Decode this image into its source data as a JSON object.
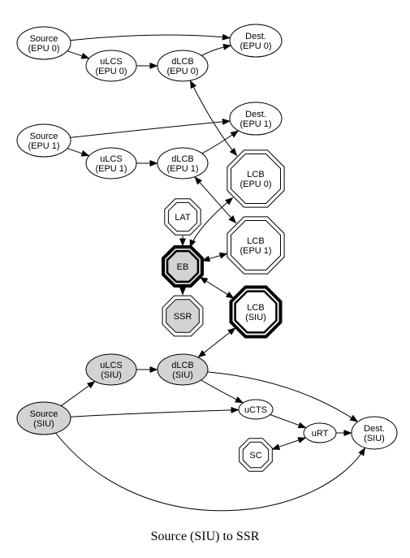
{
  "caption": "Source (SIU) to SSR",
  "colors": {
    "highlight_fill": "#d3d3d3",
    "stroke": "#000000",
    "background": "#ffffff"
  },
  "nodes": [
    {
      "id": "src_epu0",
      "shape": "ellipse",
      "style": "normal",
      "lines": [
        "Source",
        "(EPU 0)"
      ]
    },
    {
      "id": "dest_epu0",
      "shape": "ellipse",
      "style": "normal",
      "lines": [
        "Dest.",
        "(EPU 0)"
      ]
    },
    {
      "id": "ulcs_epu0",
      "shape": "ellipse",
      "style": "normal",
      "lines": [
        "uLCS",
        "(EPU 0)"
      ]
    },
    {
      "id": "dlcb_epu0",
      "shape": "ellipse",
      "style": "normal",
      "lines": [
        "dLCB",
        "(EPU 0)"
      ]
    },
    {
      "id": "src_epu1",
      "shape": "ellipse",
      "style": "normal",
      "lines": [
        "Source",
        "(EPU 1)"
      ]
    },
    {
      "id": "dest_epu1",
      "shape": "ellipse",
      "style": "normal",
      "lines": [
        "Dest.",
        "(EPU 1)"
      ]
    },
    {
      "id": "ulcs_epu1",
      "shape": "ellipse",
      "style": "normal",
      "lines": [
        "uLCS",
        "(EPU 1)"
      ]
    },
    {
      "id": "dlcb_epu1",
      "shape": "ellipse",
      "style": "normal",
      "lines": [
        "dLCB",
        "(EPU 1)"
      ]
    },
    {
      "id": "lcb_epu0",
      "shape": "octagon",
      "style": "double",
      "lines": [
        "LCB",
        "(EPU 0)"
      ]
    },
    {
      "id": "lat",
      "shape": "octagon",
      "style": "double",
      "lines": [
        "LAT"
      ]
    },
    {
      "id": "lcb_epu1",
      "shape": "octagon",
      "style": "double",
      "lines": [
        "LCB",
        "(EPU 1)"
      ]
    },
    {
      "id": "eb",
      "shape": "octagon",
      "style": "bold",
      "lines": [
        "EB"
      ]
    },
    {
      "id": "ssr",
      "shape": "octagon",
      "style": "double_filled",
      "lines": [
        "SSR"
      ]
    },
    {
      "id": "lcb_siu",
      "shape": "octagon",
      "style": "bold",
      "lines": [
        "LCB",
        "(SIU)"
      ]
    },
    {
      "id": "ulcs_siu",
      "shape": "ellipse",
      "style": "filled",
      "lines": [
        "uLCS",
        "(SIU)"
      ]
    },
    {
      "id": "dlcb_siu",
      "shape": "ellipse",
      "style": "filled",
      "lines": [
        "dLCB",
        "(SIU)"
      ]
    },
    {
      "id": "src_siu",
      "shape": "ellipse",
      "style": "filled",
      "lines": [
        "Source",
        "(SIU)"
      ]
    },
    {
      "id": "ucts",
      "shape": "ellipse",
      "style": "normal",
      "lines": [
        "uCTS"
      ]
    },
    {
      "id": "urt",
      "shape": "ellipse",
      "style": "normal",
      "lines": [
        "uRT"
      ]
    },
    {
      "id": "dest_siu",
      "shape": "ellipse",
      "style": "normal",
      "lines": [
        "Dest.",
        "(SIU)"
      ]
    },
    {
      "id": "sc",
      "shape": "octagon",
      "style": "double",
      "lines": [
        "SC"
      ]
    }
  ],
  "edges": [
    {
      "from": "src_epu0",
      "to": "dest_epu0",
      "dir": "forward"
    },
    {
      "from": "src_epu0",
      "to": "ulcs_epu0",
      "dir": "forward"
    },
    {
      "from": "ulcs_epu0",
      "to": "dlcb_epu0",
      "dir": "forward"
    },
    {
      "from": "dlcb_epu0",
      "to": "dest_epu0",
      "dir": "forward"
    },
    {
      "from": "dlcb_epu0",
      "to": "lcb_epu0",
      "dir": "both"
    },
    {
      "from": "src_epu1",
      "to": "dest_epu1",
      "dir": "forward"
    },
    {
      "from": "src_epu1",
      "to": "ulcs_epu1",
      "dir": "forward"
    },
    {
      "from": "ulcs_epu1",
      "to": "dlcb_epu1",
      "dir": "forward"
    },
    {
      "from": "dlcb_epu1",
      "to": "dest_epu1",
      "dir": "forward"
    },
    {
      "from": "dlcb_epu1",
      "to": "lcb_epu1",
      "dir": "both"
    },
    {
      "from": "lat",
      "to": "eb",
      "dir": "forward"
    },
    {
      "from": "eb",
      "to": "lcb_epu0",
      "dir": "both"
    },
    {
      "from": "eb",
      "to": "lcb_epu1",
      "dir": "both"
    },
    {
      "from": "eb",
      "to": "ssr",
      "dir": "forward"
    },
    {
      "from": "eb",
      "to": "lcb_siu",
      "dir": "both"
    },
    {
      "from": "dlcb_siu",
      "to": "lcb_siu",
      "dir": "both"
    },
    {
      "from": "src_siu",
      "to": "ulcs_siu",
      "dir": "forward"
    },
    {
      "from": "ulcs_siu",
      "to": "dlcb_siu",
      "dir": "forward"
    },
    {
      "from": "dlcb_siu",
      "to": "ucts",
      "dir": "forward"
    },
    {
      "from": "dlcb_siu",
      "to": "dest_siu",
      "dir": "forward"
    },
    {
      "from": "src_siu",
      "to": "ucts",
      "dir": "forward"
    },
    {
      "from": "src_siu",
      "to": "dest_siu",
      "dir": "forward"
    },
    {
      "from": "ucts",
      "to": "urt",
      "dir": "forward"
    },
    {
      "from": "urt",
      "to": "dest_siu",
      "dir": "forward"
    },
    {
      "from": "sc",
      "to": "urt",
      "dir": "both"
    }
  ]
}
